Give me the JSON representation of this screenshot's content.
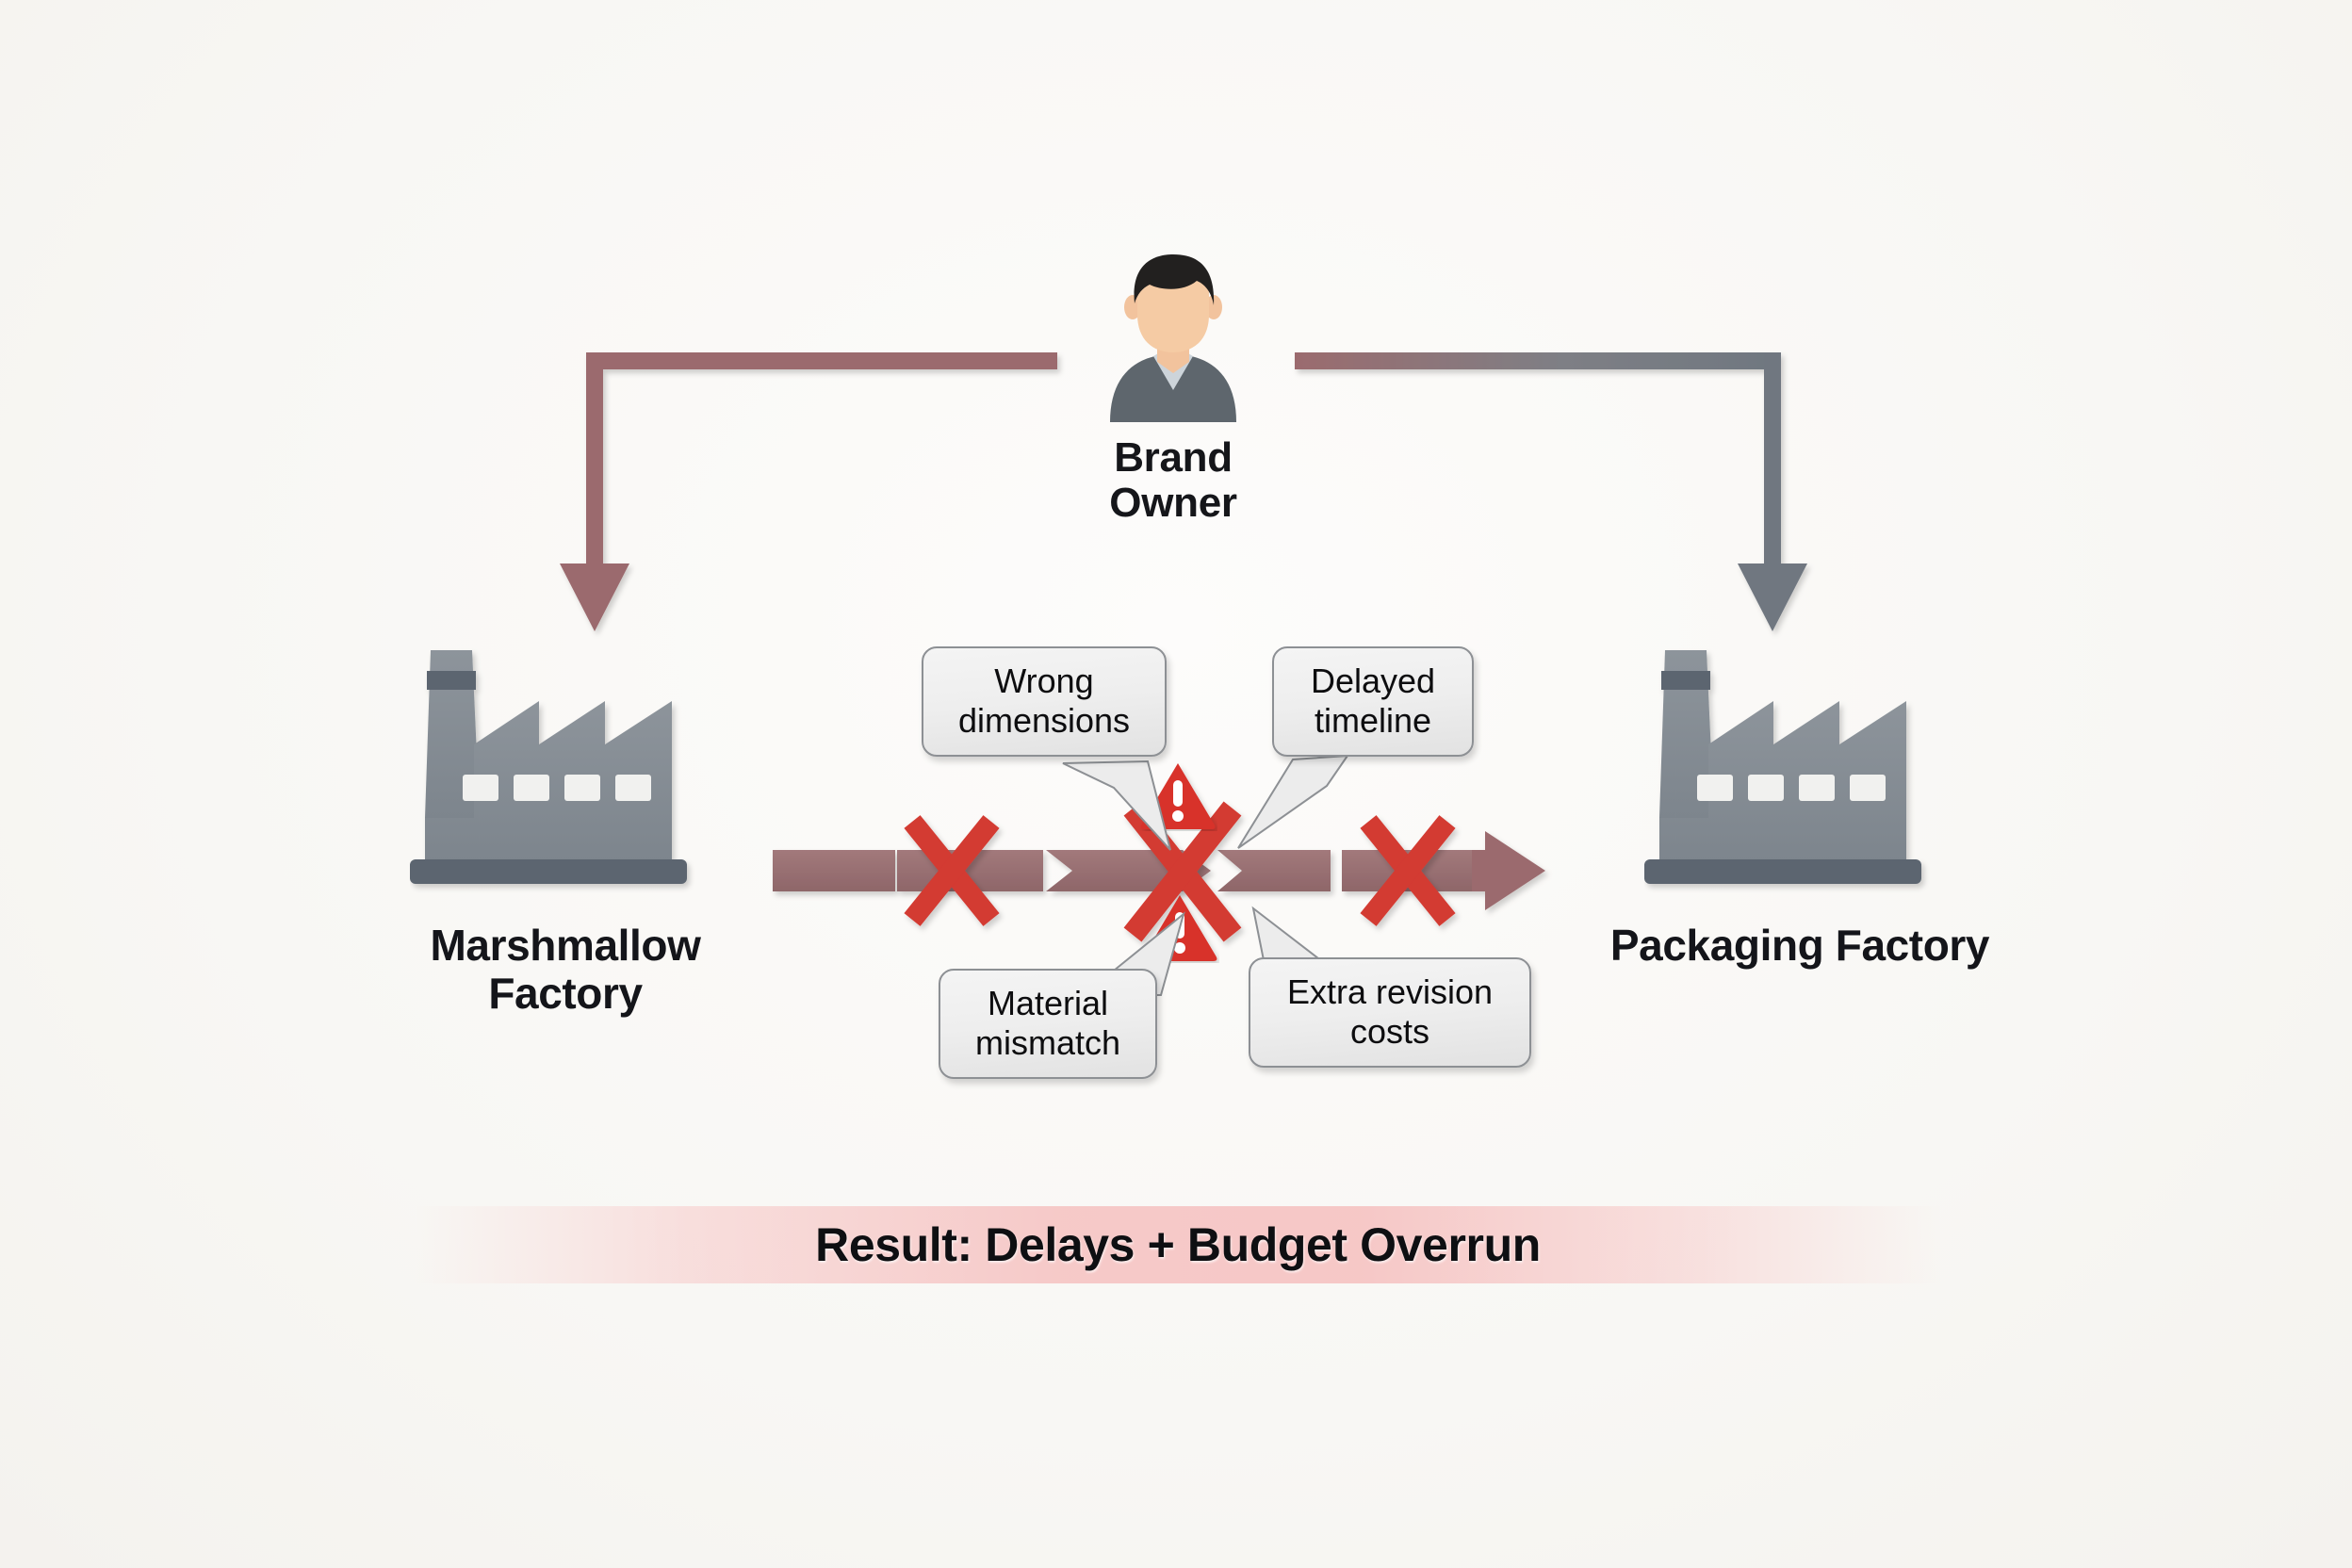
{
  "diagram": {
    "title_text": "Result: Delays + Budget Overrun",
    "brand_owner": {
      "label": "Brand\nOwner",
      "icon": "person-avatar-icon"
    },
    "nodes": [
      {
        "id": "marshmallow-factory",
        "label": "Marshmallow\nFactory",
        "icon": "factory-icon"
      },
      {
        "id": "packaging-factory",
        "label": "Packaging\nFactory",
        "icon": "factory-icon"
      }
    ],
    "callouts": [
      {
        "id": "wrong-dimensions",
        "text": "Wrong\ndimensions"
      },
      {
        "id": "delayed-timeline",
        "text": "Delayed\ntimeline"
      },
      {
        "id": "material-mismatch",
        "text": "Material\nmismatch"
      },
      {
        "id": "extra-revision",
        "text": "Extra revision\ncosts"
      }
    ],
    "markers": {
      "broken_link_count": 3,
      "warning_icon_count": 2,
      "warning_icon": "warning-triangle-icon",
      "broken_icon": "red-x-icon"
    },
    "colors": {
      "background": "#faf9f7",
      "mauve_arrow": "#9b6b6e",
      "slate_arrow": "#6f7780",
      "factory_body": "#858c93",
      "factory_base": "#5c6570",
      "red_x": "#d33a33",
      "warning_red": "#d8302a",
      "banner_pink": "#f6c7c6",
      "callout_bg": "#eeeeee",
      "text_dark": "#14151a"
    }
  }
}
